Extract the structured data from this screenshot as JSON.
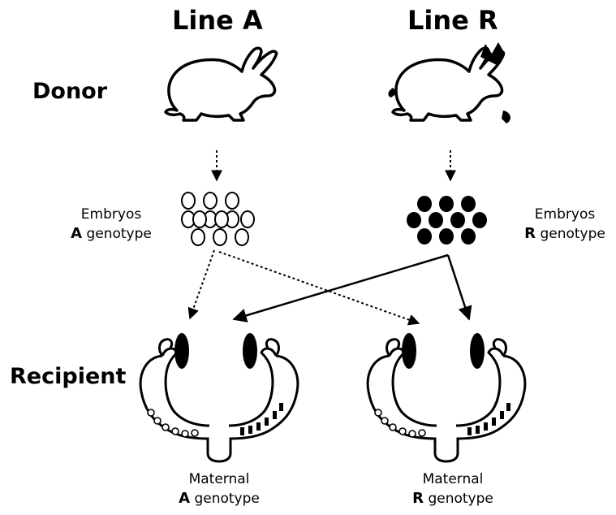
{
  "columns": {
    "a_title": "Line A",
    "r_title": "Line R"
  },
  "rows": {
    "donor": "Donor",
    "recipient": "Recipient"
  },
  "embryos": {
    "a_word": "Embryos",
    "a_letter": "A",
    "a_genotype": "genotype",
    "r_word": "Embryos",
    "r_letter": "R",
    "r_genotype": "genotype"
  },
  "maternal": {
    "a_word": "Maternal",
    "a_letter": "A",
    "a_genotype": "genotype",
    "r_word": "Maternal",
    "r_letter": "R",
    "r_genotype": "genotype"
  },
  "icons": [
    "rabbit-white-icon",
    "rabbit-himalayan-icon",
    "embryo-cluster-white-icon",
    "embryo-cluster-black-icon",
    "uterus-icon"
  ],
  "colors": {
    "ink": "#000000",
    "paper": "#ffffff"
  }
}
